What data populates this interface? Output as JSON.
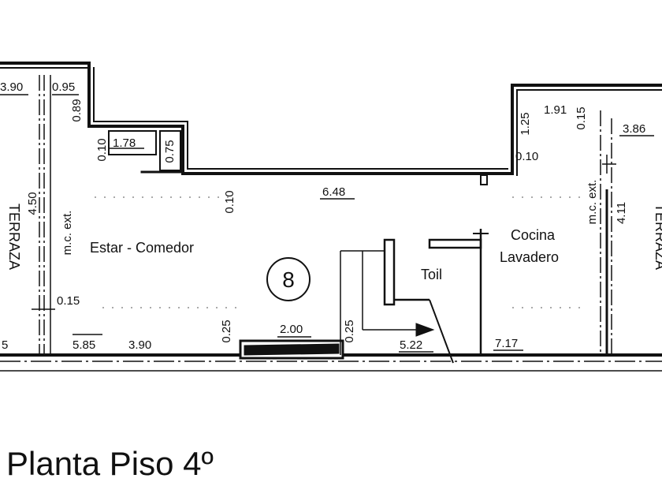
{
  "plan": {
    "title": "Planta Piso 4º",
    "unit_number": "8",
    "rooms": {
      "estar_comedor": "Estar - Comedor",
      "cocina_line1": "Cocina",
      "cocina_line2": "Lavadero",
      "toilet": "Toil"
    },
    "side_labels": {
      "left_terraza": "TERRAZA",
      "right_terraza": "TERRAZA"
    },
    "wall_notes": {
      "mc_ext_left": "m.c. ext.",
      "mc_ext_right": "m.c. ext."
    },
    "dimensions": {
      "d_3_90_top": "3.90",
      "d_0_95": "0.95",
      "d_0_89": "0.89",
      "d_0_10_a": "0.10",
      "d_1_78": "1.78",
      "d_0_75": "0.75",
      "d_0_10_b": "0.10",
      "d_6_48": "6.48",
      "d_1_25": "1.25",
      "d_1_91": "1.91",
      "d_0_15_top": "0.15",
      "d_3_86": "3.86",
      "d_0_10_c": "0.10",
      "d_4_50": "4.50",
      "d_4_11": "4.11",
      "d_0_15_left": "0.15",
      "d_5": "5",
      "d_5_85": "5.85",
      "d_3_90_bottom": "3.90",
      "d_0_25_a": "0.25",
      "d_2_00": "2.00",
      "d_0_25_b": "0.25",
      "d_5_22": "5.22",
      "d_7_17": "7.17"
    }
  }
}
